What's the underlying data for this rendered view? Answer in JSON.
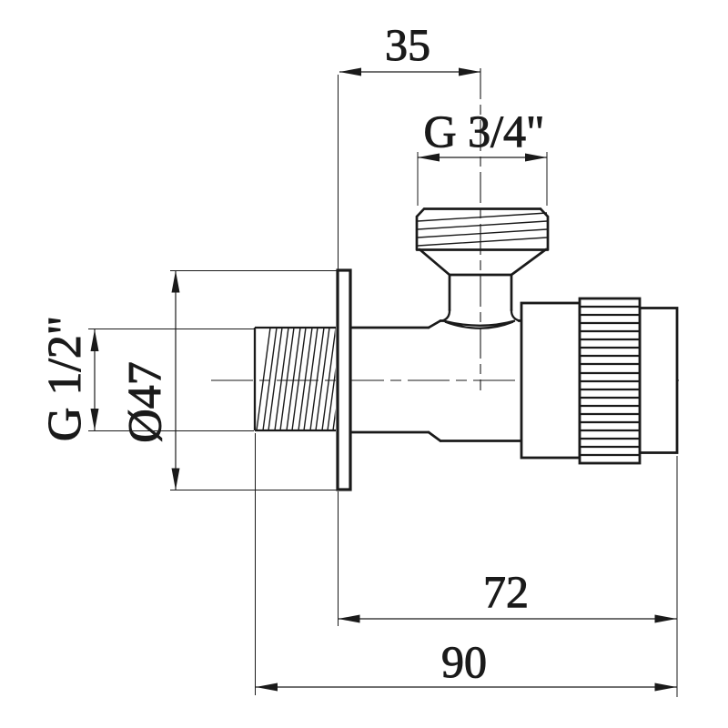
{
  "drawing": {
    "type": "technical-drawing",
    "subject": "angle valve with wall plate, side view",
    "colors": {
      "line": "#1a1a1a",
      "background": "#ffffff"
    },
    "dimensions": {
      "top_offset": {
        "value": "35"
      },
      "outlet_thread": {
        "value": "G 3/4\""
      },
      "inlet_thread": {
        "value": "G 1/2\""
      },
      "plate_diameter": {
        "value": "Ø47"
      },
      "length_to_plate": {
        "value": "72"
      },
      "overall_length": {
        "value": "90"
      }
    }
  }
}
